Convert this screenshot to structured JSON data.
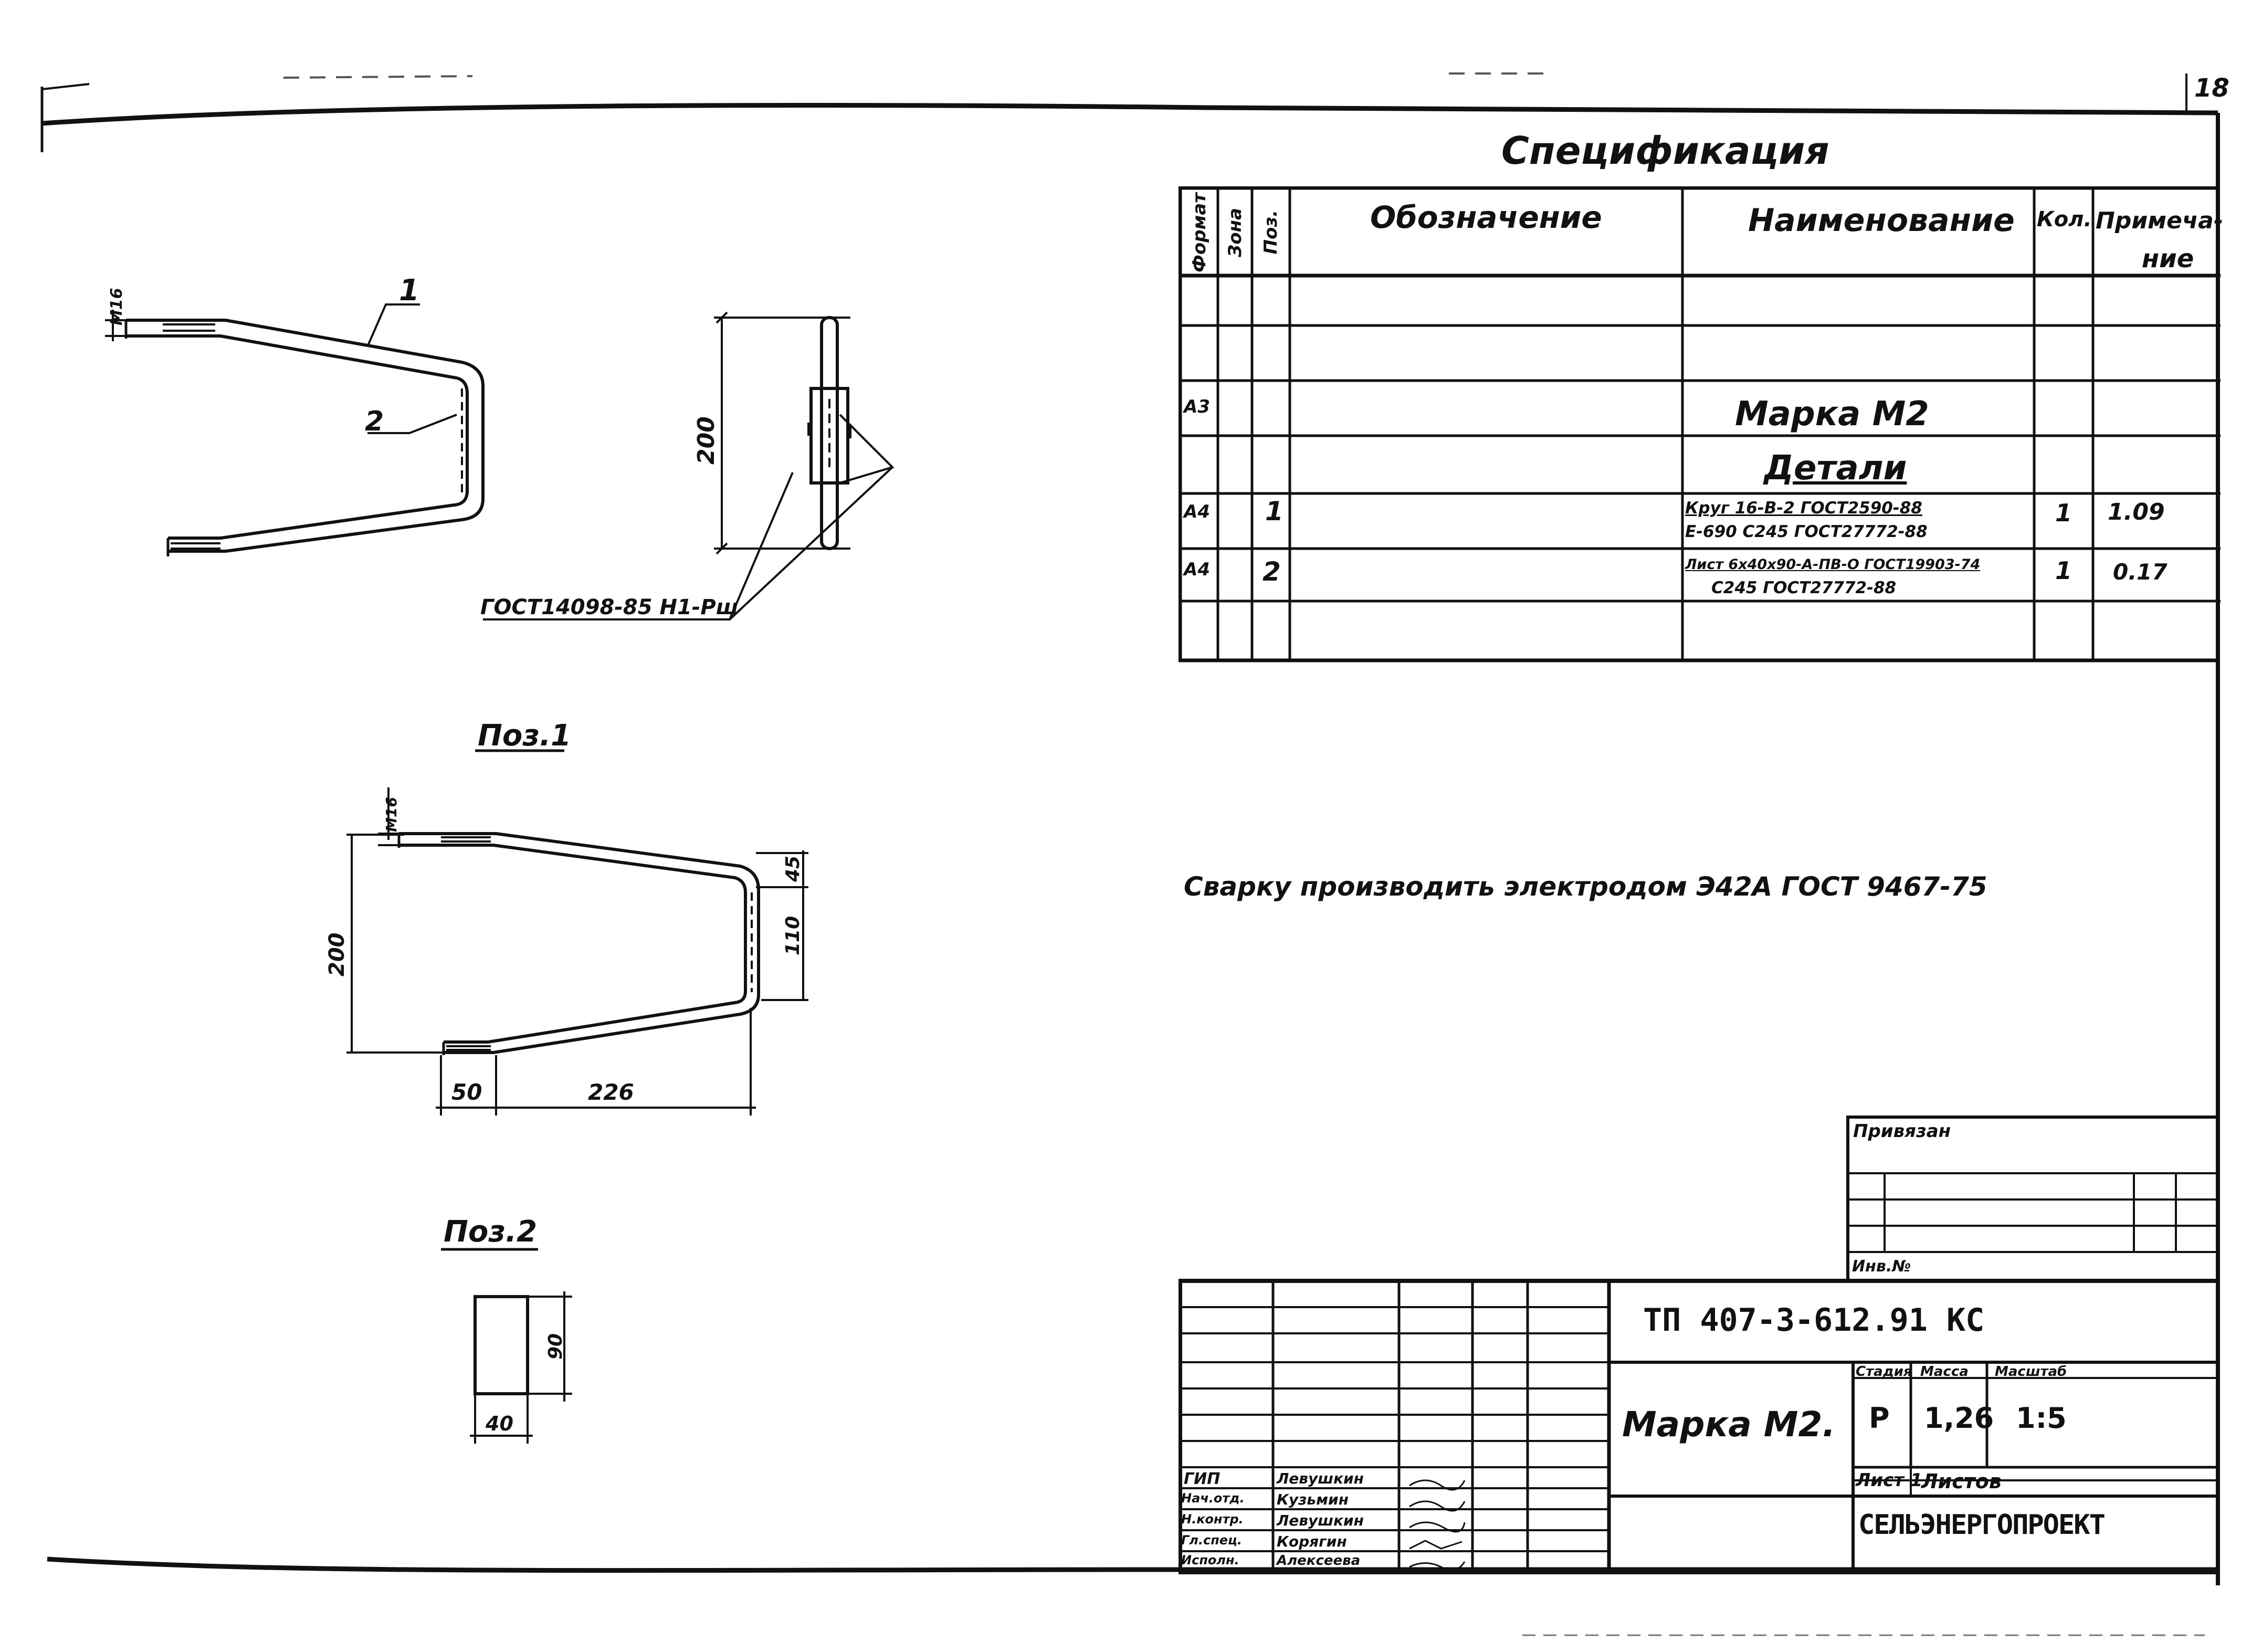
{
  "page_number": "18",
  "spec": {
    "title": "Спецификация",
    "headers": {
      "format": "Формат",
      "zone": "Зона",
      "pos": "Поз.",
      "designation": "Обозначение",
      "name": "Наименование",
      "qty": "Кол.",
      "note_line1": "Примеча-",
      "note_line2": "ние"
    },
    "rows": [
      {
        "format": "",
        "pos": "",
        "name": "",
        "qty": "",
        "note": ""
      },
      {
        "format": "",
        "pos": "",
        "name": "",
        "qty": "",
        "note": ""
      },
      {
        "format": "А3",
        "pos": "",
        "name": "Марка М2",
        "qty": "",
        "note": ""
      },
      {
        "format": "",
        "pos": "",
        "name": "Детали",
        "qty": "",
        "note": ""
      },
      {
        "format": "А4",
        "pos": "1",
        "name_top": "Круг 16-В-2 ГОСТ2590-88",
        "name_bottom": "Е-690  С245 ГОСТ27772-88",
        "qty": "1",
        "note": "1.09"
      },
      {
        "format": "А4",
        "pos": "2",
        "name_top": "Лист 6х40х90-А-ПВ-О ГОСТ19903-74",
        "name_bottom": "С245 ГОСТ27772-88",
        "qty": "1",
        "note": "0.17"
      },
      {
        "format": "",
        "pos": "",
        "name": "",
        "qty": "",
        "note": ""
      }
    ]
  },
  "note_text": "Сварку производить электродом Э42А ГОСТ 9467-75",
  "drawing": {
    "label_1": "1",
    "label_2": "2",
    "dim_m16_top": "М16",
    "dim_200_side": "200",
    "weld_note": "ГОСТ14098-85 Н1-Рш",
    "pos1_title": "Поз.1",
    "pos1_m16": "М16",
    "pos1_200": "200",
    "pos1_45": "45",
    "pos1_110": "110",
    "pos1_50": "50",
    "pos1_226": "226",
    "pos2_title": "Поз.2",
    "pos2_90": "90",
    "pos2_40": "40"
  },
  "stamp": {
    "privyazan": "Привязан",
    "inv": "Инв.№",
    "doc_code": "ТП 407-3-612.91   КС",
    "title": "Марка М2.",
    "stage_label": "Стадия",
    "mass_label": "Масса",
    "scale_label": "Масштаб",
    "stage": "Р",
    "mass": "1,26",
    "scale": "1:5",
    "sheet_label": "Лист 1",
    "sheets_label": "Листов",
    "org": "СЕЛЬЭНЕРГОПРОЕКТ",
    "people": [
      {
        "role": "ГИП",
        "name": "Левушкин"
      },
      {
        "role": "Нач.отд.",
        "name": "Кузьмин"
      },
      {
        "role": "Н.контр.",
        "name": "Левушкин"
      },
      {
        "role": "Гл.спец.",
        "name": "Корягин"
      },
      {
        "role": "Исполн.",
        "name": "Алексеева"
      }
    ]
  }
}
